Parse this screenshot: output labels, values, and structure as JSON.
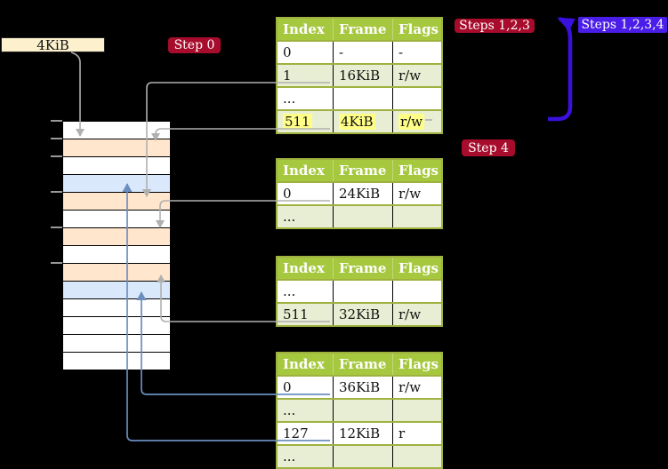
{
  "frame_label": {
    "text": "4KiB"
  },
  "badges": {
    "step0": "Step 0",
    "steps123": "Steps 1,2,3",
    "steps1234": "Steps 1,2,3,4",
    "step4": "Step 4"
  },
  "tables": [
    {
      "id": "table1",
      "headers": [
        "Index",
        "Frame",
        "Flags"
      ],
      "rows": [
        [
          "0",
          "-",
          "-"
        ],
        [
          "1",
          "16KiB",
          "r/w"
        ],
        [
          "...",
          "",
          ""
        ],
        [
          "511",
          "4KiB",
          "r/w"
        ]
      ],
      "highlight_row": 3
    },
    {
      "id": "table2",
      "headers": [
        "Index",
        "Frame",
        "Flags"
      ],
      "rows": [
        [
          "0",
          "24KiB",
          "r/w"
        ],
        [
          "...",
          "",
          ""
        ]
      ],
      "highlight_row": -1
    },
    {
      "id": "table3",
      "headers": [
        "Index",
        "Frame",
        "Flags"
      ],
      "rows": [
        [
          "...",
          "",
          ""
        ],
        [
          "511",
          "32KiB",
          "r/w"
        ]
      ],
      "highlight_row": -1
    },
    {
      "id": "table4",
      "headers": [
        "Index",
        "Frame",
        "Flags"
      ],
      "rows": [
        [
          "0",
          "36KiB",
          "r/w"
        ],
        [
          "...",
          "",
          ""
        ],
        [
          "127",
          "12KiB",
          "r"
        ],
        [
          "...",
          "",
          ""
        ]
      ],
      "highlight_row": -1
    }
  ],
  "memory_strip": {
    "rows": [
      "white",
      "orange",
      "white",
      "blue",
      "orange",
      "white",
      "orange",
      "white",
      "orange",
      "blue",
      "white",
      "white",
      "white",
      "white"
    ]
  },
  "colors": {
    "badge_red": "#a80c2c",
    "badge_blue": "#4a1de8",
    "loop_arrow_blue": "#3a10dd",
    "connector_gray": "#b0b0b0",
    "connector_blue": "#6c8ebf",
    "table_header_green": "#a6c83e",
    "table_row_alt_green": "#e8eed3",
    "highlight_yellow": "#ffff88",
    "memory_orange": "#ffe6cc",
    "memory_blue": "#dae8fc",
    "frame_label_bg": "#fcf0cd"
  }
}
